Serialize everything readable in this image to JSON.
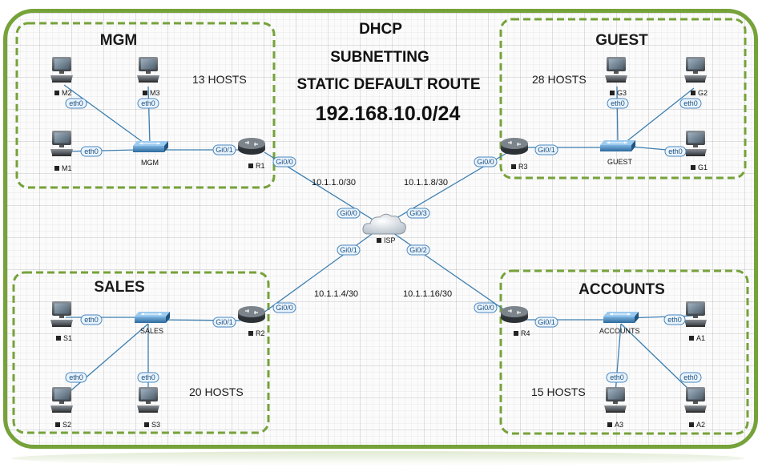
{
  "title_lines": [
    "DHCP",
    "SUBNETTING",
    "STATIC DEFAULT ROUTE"
  ],
  "network": "192.168.10.0/24",
  "zones": {
    "mgm": {
      "title": "MGM",
      "hosts": "13 HOSTS"
    },
    "guest": {
      "title": "GUEST",
      "hosts": "28 HOSTS"
    },
    "sales": {
      "title": "SALES",
      "hosts": "20 HOSTS"
    },
    "accounts": {
      "title": "ACCOUNTS",
      "hosts": "15 HOSTS"
    }
  },
  "pcs": {
    "m1": "M1",
    "m2": "M2",
    "m3": "M3",
    "g1": "G1",
    "g2": "G2",
    "g3": "G3",
    "s1": "S1",
    "s2": "S2",
    "s3": "S3",
    "a1": "A1",
    "a2": "A2",
    "a3": "A3"
  },
  "switches": {
    "mgm": "MGM",
    "guest": "GUEST",
    "sales": "SALES",
    "accounts": "ACCOUNTS"
  },
  "routers": {
    "r1": "R1",
    "r2": "R2",
    "r3": "R3",
    "r4": "R4"
  },
  "cloud": {
    "label": "ISP"
  },
  "subnets": {
    "r1": "10.1.1.0/30",
    "r3": "10.1.1.8/30",
    "r2": "10.1.1.4/30",
    "r4": "10.1.1.16/30"
  },
  "ports": {
    "eth0": "eth0",
    "gi0_0": "Gi0/0",
    "gi0_1": "Gi0/1",
    "gi0_2": "Gi0/2",
    "gi0_3": "Gi0/3"
  },
  "colors": {
    "frame": "#76a23a",
    "link": "#3c7fb0",
    "port": "#4a87bf"
  }
}
